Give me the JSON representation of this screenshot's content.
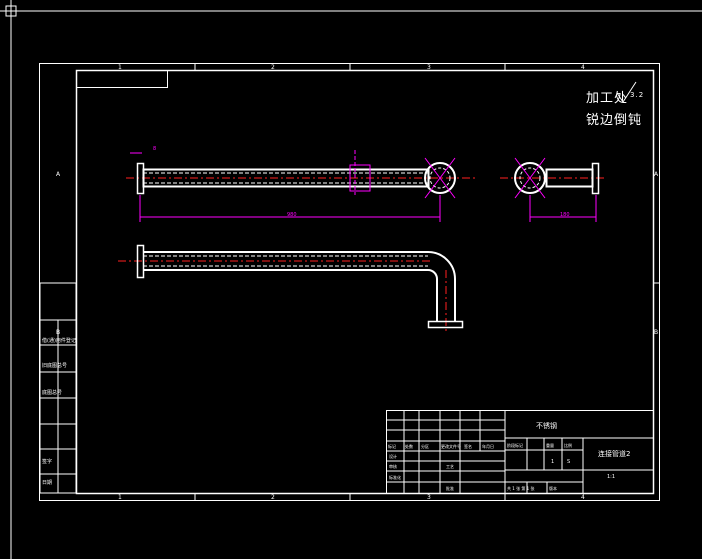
{
  "drawing": {
    "colors": {
      "background": "#000000",
      "linework": "#ffffff",
      "centerline": "#ff2020",
      "dimension": "#ff00ff",
      "crosshair": "#ffffff"
    },
    "zone_labels": {
      "top": [
        "1",
        "2",
        "3",
        "4"
      ],
      "bottom": [
        "1",
        "2",
        "3",
        "4"
      ],
      "left": [
        "A",
        "B"
      ],
      "right": [
        "A",
        "B"
      ]
    },
    "notes": {
      "machining": "加工处",
      "surface_symbol": "√",
      "surface_value": "3.2",
      "edge": "锐边倒钝"
    },
    "dimensions": {
      "main_length": "980",
      "side_length": "180",
      "small_label": "8"
    },
    "title_block": {
      "material": "不锈钢",
      "name": "连接管道2",
      "scale": "1:1",
      "qty": "1",
      "mark": "S",
      "sheet_info": "共 1 张  第 1 张",
      "rev": "版本",
      "header_cells": [
        "标记",
        "处数",
        "分区",
        "更改文件号",
        "签名",
        "年月日"
      ],
      "row_labels": [
        "设计",
        "标准化",
        "审核",
        "工艺",
        "批准"
      ],
      "stage_cells": [
        "阶段标记",
        "重量",
        "比例"
      ]
    },
    "side_block": [
      "借(通)用件登记",
      "旧底图总号",
      "底图总号",
      "签字",
      "日期"
    ]
  }
}
